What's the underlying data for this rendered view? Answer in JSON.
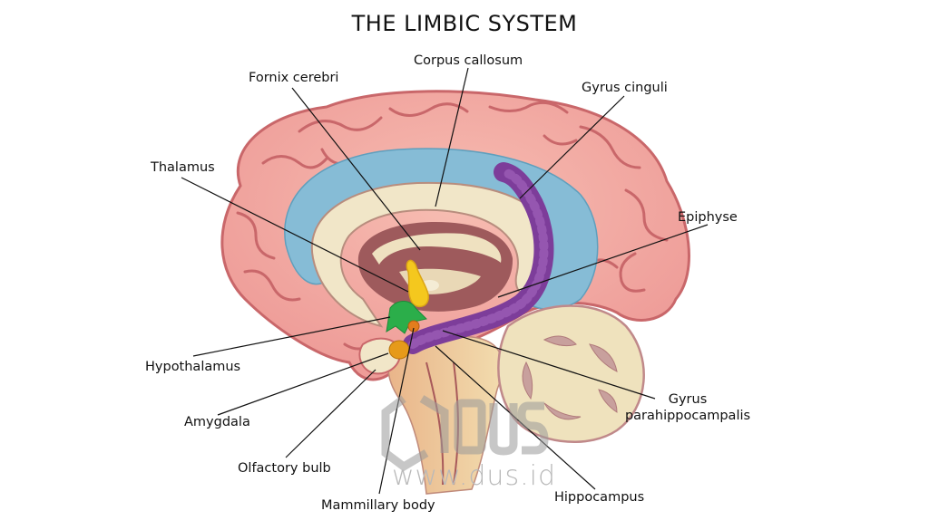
{
  "title": "THE LIMBIC SYSTEM",
  "labels": {
    "fornix_cerebri": "Fornix cerebri",
    "corpus_callosum": "Corpus callosum",
    "gyrus_cinguli": "Gyrus cinguli",
    "thalamus": "Thalamus",
    "epiphyse": "Epiphyse",
    "hypothalamus": "Hypothalamus",
    "amygdala": "Amygdala",
    "olfactory_bulb": "Olfactory bulb",
    "mammillary_body": "Mammillary body",
    "gyrus_parahippocampalis_line1": "Gyrus",
    "gyrus_parahippocampalis_line2": "parahippocampalis",
    "hippocampus": "Hippocampus"
  },
  "watermark": {
    "logo_text": "DUS",
    "url": "www.dus.id"
  },
  "colors": {
    "cortex": "#f2a7a0",
    "cortex_stroke": "#c9676a",
    "cingulate": "#86bcd6",
    "callosum": "#f1e6c8",
    "inner": "#9e5a5c",
    "thalamus": "#f4c81e",
    "hypothalamus": "#2bae4a",
    "hippocampus": "#7d3d9a",
    "amygdala": "#e69a1a",
    "brainstem": "#eed4a4",
    "cerebellum": "#efe2bd"
  }
}
